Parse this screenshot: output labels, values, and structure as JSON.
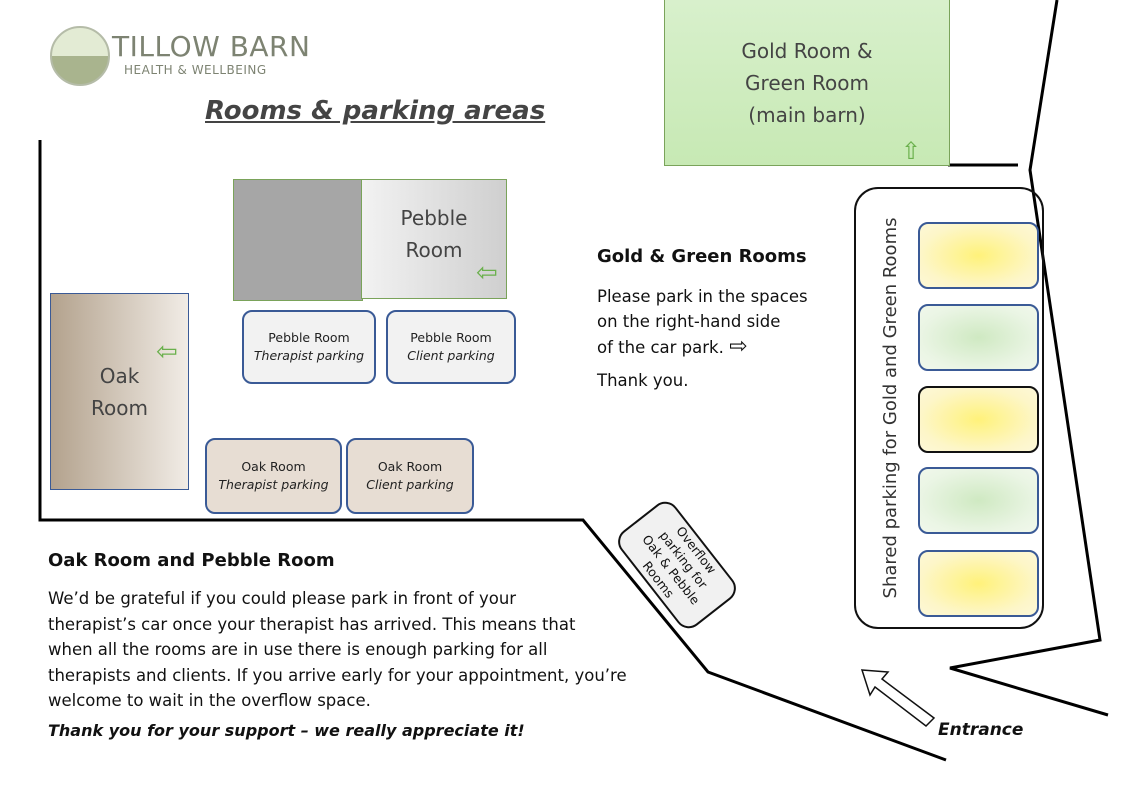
{
  "logo": {
    "name": "TILLOW BARN",
    "tagline": "HEALTH & WELLBEING"
  },
  "title": "Rooms & parking areas",
  "rooms": {
    "main_barn": [
      "Gold Room &",
      "Green Room",
      "(main barn)"
    ],
    "pebble": [
      "Pebble",
      "Room"
    ],
    "oak": [
      "Oak",
      "Room"
    ]
  },
  "parking": {
    "pebble_therapist": {
      "name": "Pebble Room",
      "type": "Therapist parking"
    },
    "pebble_client": {
      "name": "Pebble Room",
      "type": "Client parking"
    },
    "oak_therapist": {
      "name": "Oak Room",
      "type": "Therapist parking"
    },
    "oak_client": {
      "name": "Oak Room",
      "type": "Client parking"
    },
    "overflow": "Overflow parking for Oak & Pebble Rooms",
    "shared": "Shared parking for Gold and Green Rooms"
  },
  "gold_green": {
    "heading": "Gold & Green Rooms",
    "lines": [
      "Please park in the spaces",
      "on the right-hand side",
      "of the car park."
    ],
    "thanks": "Thank you."
  },
  "oak_pebble": {
    "heading": "Oak Room and Pebble Room",
    "lines": [
      "We’d be grateful if you could please park in front of your",
      "therapist’s car once your therapist has arrived. This means that",
      "when all the rooms are in use there is enough parking for all",
      "therapists and clients. If you arrive early for your appointment, you’re",
      "welcome to wait in the overflow space."
    ],
    "thanks": "Thank you for your support – we really appreciate it!"
  },
  "entrance": "Entrance"
}
